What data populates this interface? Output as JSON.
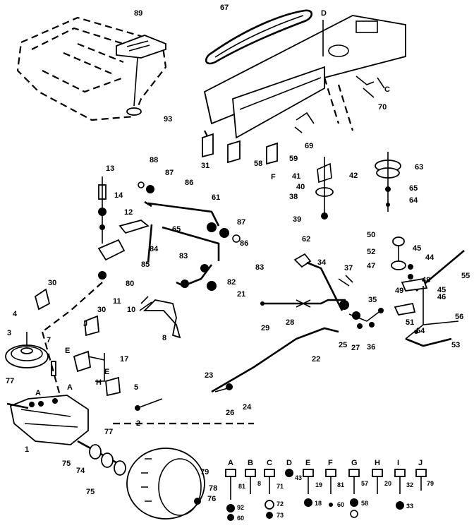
{
  "callouts": [
    "89",
    "67",
    "D",
    "70",
    "C",
    "93",
    "69",
    "31",
    "58",
    "F",
    "59",
    "13",
    "88",
    "87",
    "86",
    "61",
    "42",
    "41",
    "40",
    "38",
    "39",
    "63",
    "65",
    "64",
    "14",
    "12",
    "85",
    "87",
    "86",
    "84",
    "65",
    "30",
    "80",
    "83",
    "11",
    "21",
    "82",
    "83",
    "10",
    "8",
    "62",
    "34",
    "37",
    "50",
    "52",
    "47",
    "45",
    "44",
    "46",
    "48",
    "49",
    "45",
    "51",
    "54",
    "55",
    "56",
    "53",
    "29",
    "28",
    "35",
    "25",
    "27",
    "36",
    "22",
    "30",
    "J",
    "4",
    "3",
    "7",
    "17",
    "E",
    "H",
    "5",
    "E",
    "77",
    "A",
    "A",
    "1",
    "77",
    "75",
    "74",
    "75",
    "2",
    "23",
    "24",
    "26",
    "79",
    "78",
    "76",
    "A",
    "B",
    "C",
    "D",
    "E",
    "F",
    "G",
    "H",
    "I",
    "J",
    "81",
    "8",
    "71",
    "43",
    "19",
    "81",
    "57",
    "20",
    "32",
    "79",
    "92",
    "60",
    "72",
    "73",
    "18",
    "60",
    "58",
    "33"
  ]
}
